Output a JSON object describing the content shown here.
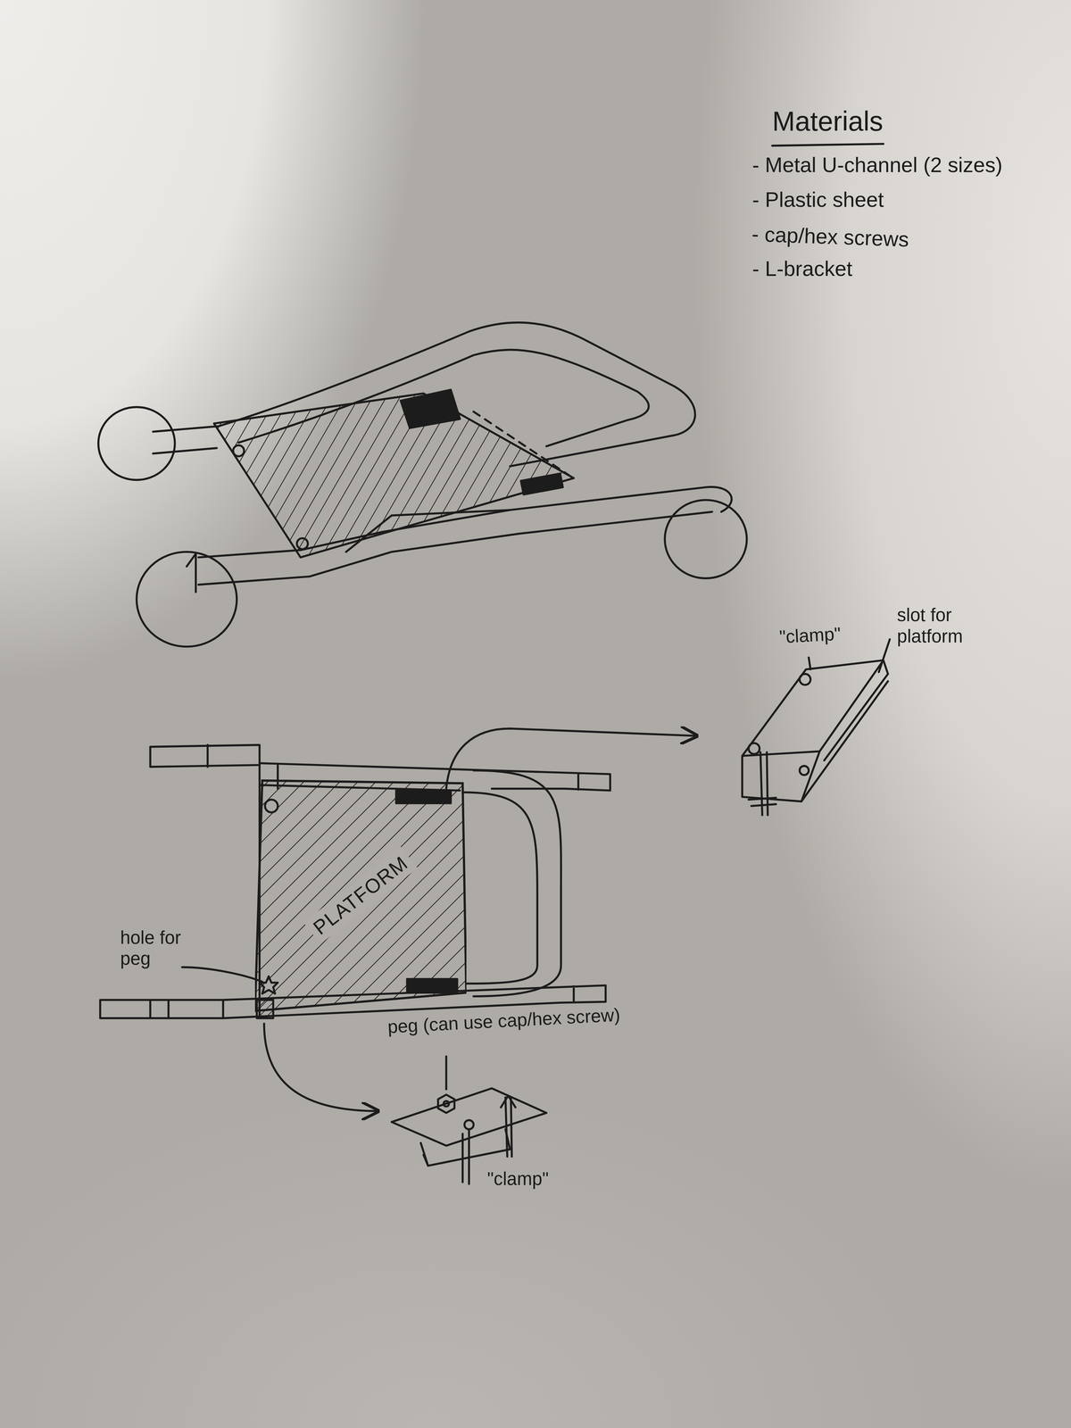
{
  "diagram": {
    "nodes": [
      {
        "text": [
          "PLATFORM"
        ]
      }
    ],
    "labels": [
      "Materials",
      "- Metal U-channel (2 sizes)",
      "- Plastic sheet",
      "- cap/hex screws",
      "- L-bracket",
      "\"clamp\"",
      "slot for platform",
      "hole for peg",
      "peg (can use cap/hex screw)",
      "\"clamp\""
    ]
  }
}
